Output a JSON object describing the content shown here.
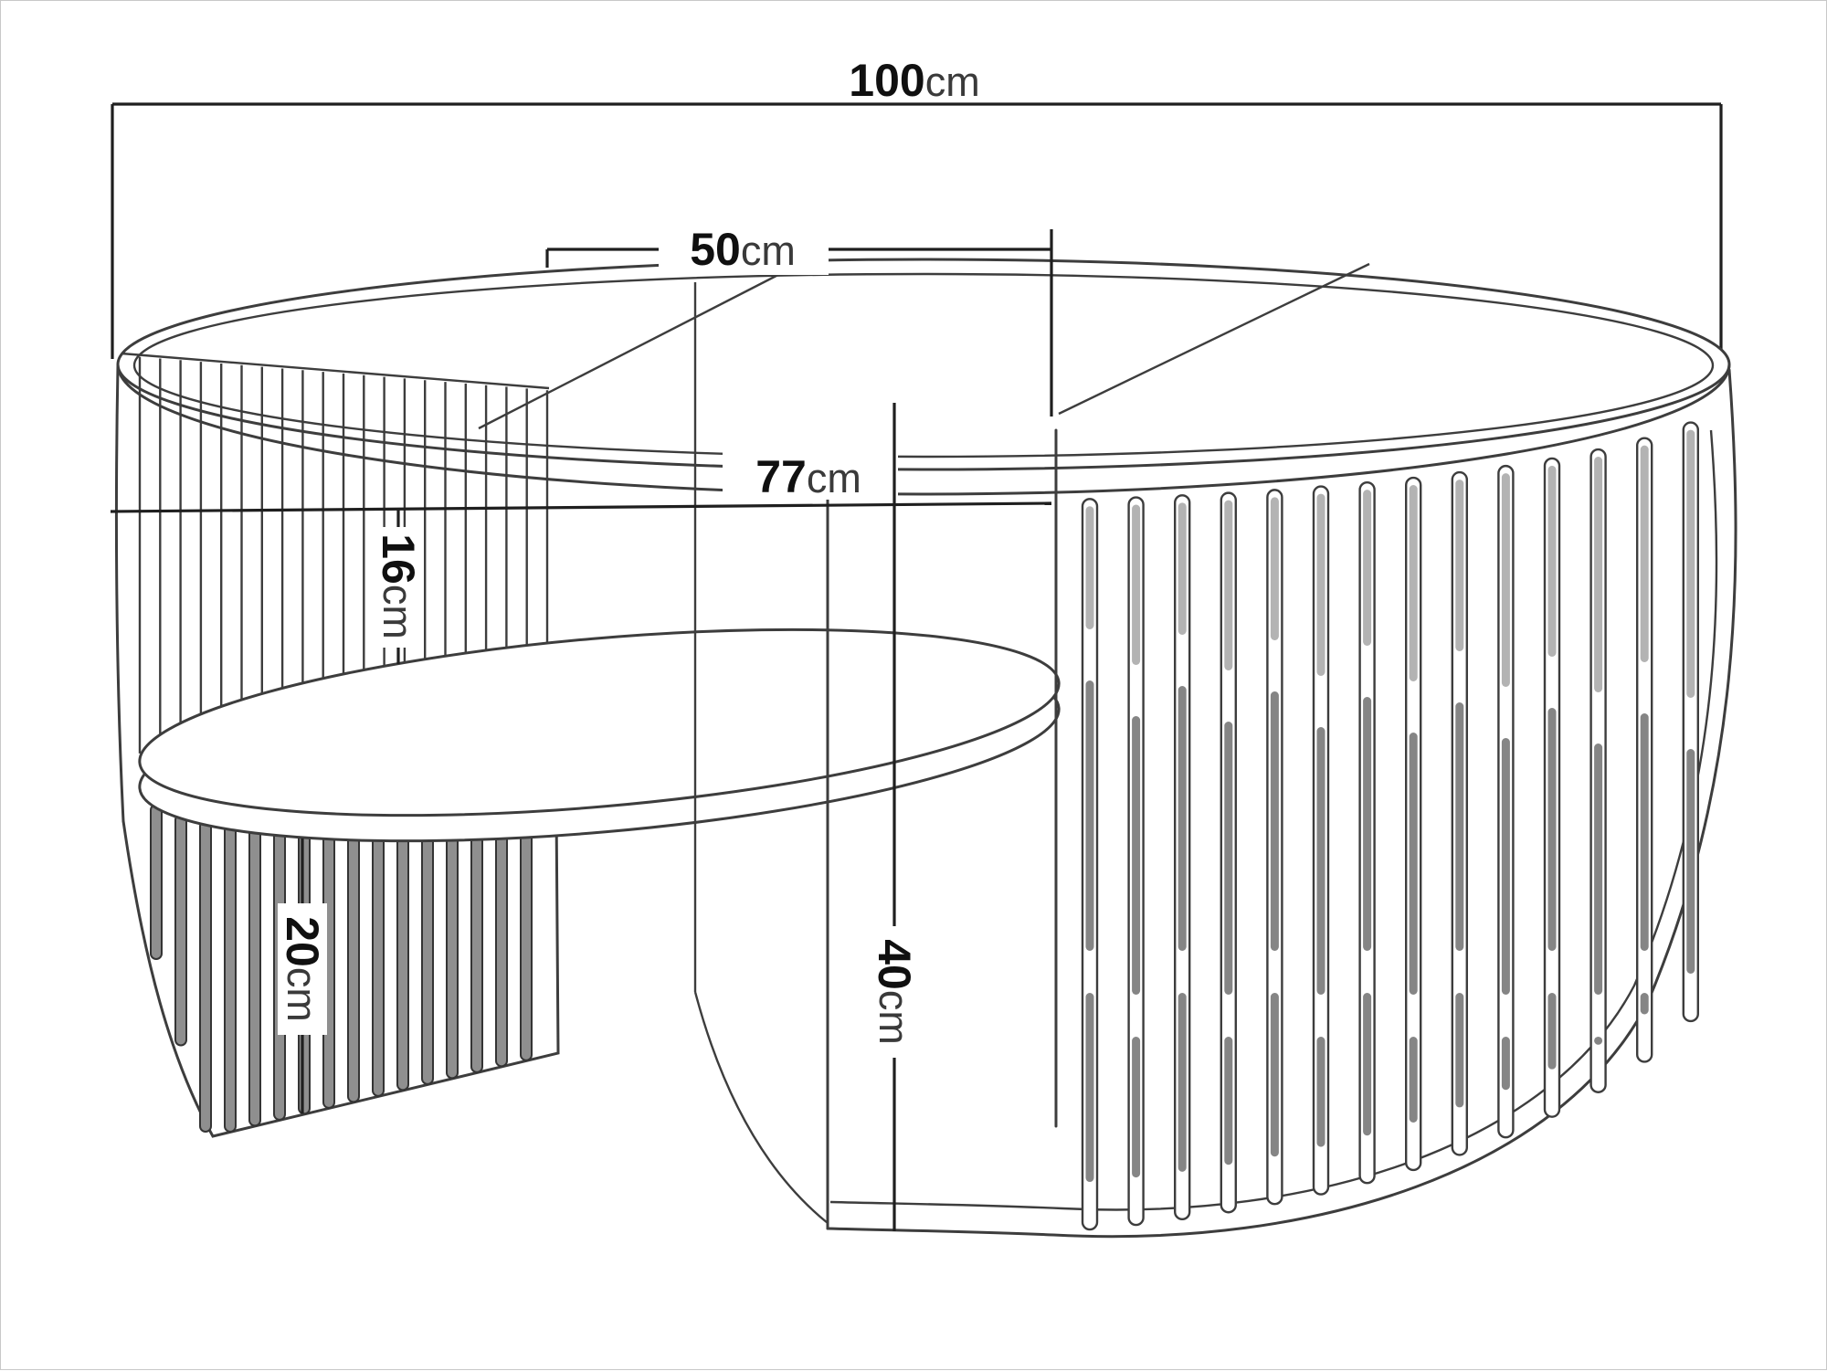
{
  "figure": {
    "kind": "furniture dimension line drawing"
  },
  "dimensions": {
    "width": {
      "value": "100",
      "unit": "cm"
    },
    "top_depth": {
      "value": "50",
      "unit": "cm"
    },
    "inner_width": {
      "value": "77",
      "unit": "cm"
    },
    "shelf_clearance": {
      "value": "16",
      "unit": "cm"
    },
    "base_height": {
      "value": "20",
      "unit": "cm"
    },
    "height": {
      "value": "40",
      "unit": "cm"
    }
  },
  "colors": {
    "line": "#3d3d3d",
    "dim_line": "#1f1f1f",
    "text": "#101010",
    "unit_text": "#3a3a3a",
    "slat_light": "#b3b3b3",
    "slat_mid": "#858585",
    "slat_dark": "#8f8f8f",
    "background": "#ffffff",
    "border": "#c8c8c8"
  }
}
